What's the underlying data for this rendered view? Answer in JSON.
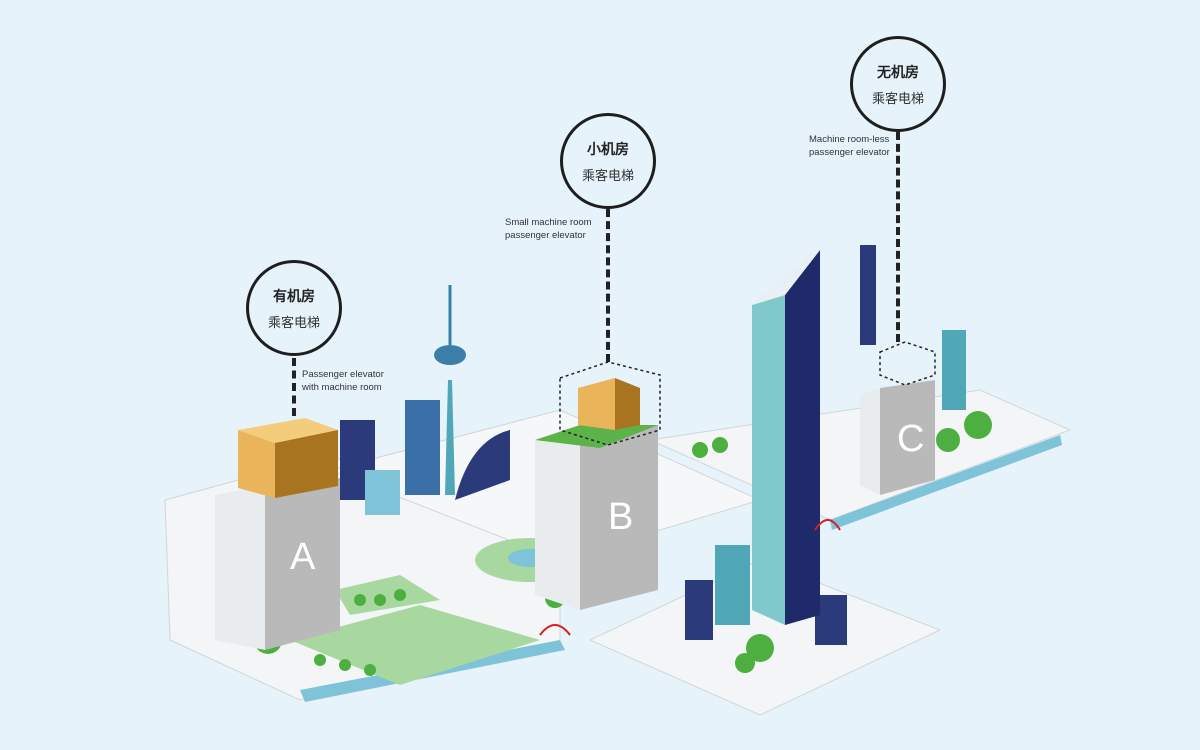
{
  "callouts": [
    {
      "id": "A",
      "title": "有机房",
      "subtitle": "乘客电梯",
      "note_line1": "Passenger elevator",
      "note_line2": "with machine room"
    },
    {
      "id": "B",
      "title": "小机房",
      "subtitle": "乘客电梯",
      "note_line1": "Small machine room",
      "note_line2": "passenger elevator"
    },
    {
      "id": "C",
      "title": "无机房",
      "subtitle": "乘客电梯",
      "note_line1": "Machine room-less",
      "note_line2": "passenger elevator"
    }
  ],
  "buildings": {
    "a": "A",
    "b": "B",
    "c": "C"
  },
  "colors": {
    "background": "#e6f3fb",
    "machine_room": "#e9b45a",
    "building": "#b9b9b9",
    "tower": "#1f2a6b",
    "ground": "#f2f4f5",
    "grass": "#a8d8a0",
    "water": "#7fc3d9"
  }
}
